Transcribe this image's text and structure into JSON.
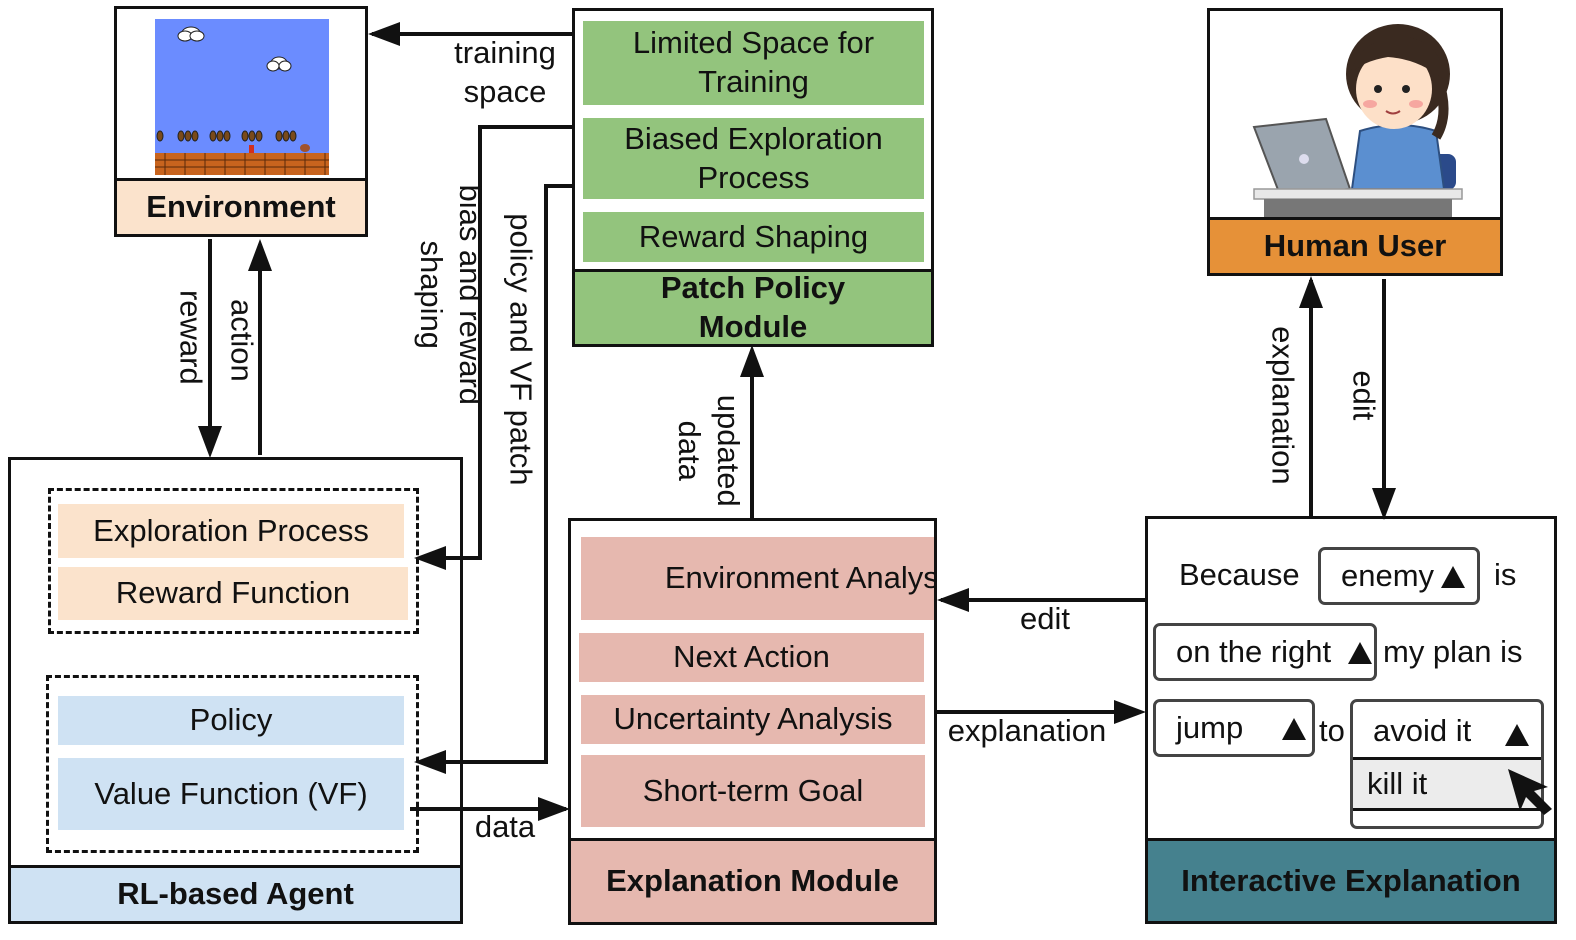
{
  "environment": {
    "title": "Environment",
    "colors": {
      "sky": "#6b8cff",
      "ground": "#c8641e",
      "footer": "#fbe3cc"
    }
  },
  "patch_policy": {
    "title": "Patch Policy Module",
    "items": [
      "Limited Space for Training",
      "Biased Exploration Process",
      "Reward Shaping"
    ],
    "colors": {
      "item": "#93c47d",
      "footer": "#93c47d"
    }
  },
  "human_user": {
    "title": "Human User",
    "colors": {
      "footer": "#e69138"
    }
  },
  "agent": {
    "title": "RL-based Agent",
    "group1": [
      "Exploration Process",
      "Reward Function"
    ],
    "group2": [
      "Policy",
      "Value Function (VF)"
    ],
    "colors": {
      "group1": "#fbe3cc",
      "group2": "#cfe2f3",
      "footer": "#cfe2f3"
    }
  },
  "explanation_module": {
    "title": "Explanation Module",
    "items": [
      "Environment Analysis",
      "Next Action",
      "Uncertainty Analysis",
      "Short-term Goal"
    ],
    "colors": {
      "item": "#e6b8af",
      "footer": "#e6b8af"
    }
  },
  "interactive": {
    "title": "Interactive Explanation",
    "w_because": "Because",
    "dd_enemy": "enemy",
    "w_is": "is",
    "dd_right": "on the right",
    "w_plan": "my plan is",
    "dd_jump": "jump",
    "w_to": "to",
    "dd_avoid": "avoid it",
    "opt_kill": "kill it",
    "colors": {
      "footer": "#45818e"
    }
  },
  "edges": {
    "training_space": "training space",
    "bias_reward": "bias and reward shaping",
    "policy_vf": "policy and VF patch",
    "reward": "reward",
    "action": "action",
    "updated_data": "updated data",
    "data": "data",
    "edit_left": "edit",
    "explanation_right": "explanation",
    "explanation_up": "explanation",
    "edit_down": "edit"
  }
}
